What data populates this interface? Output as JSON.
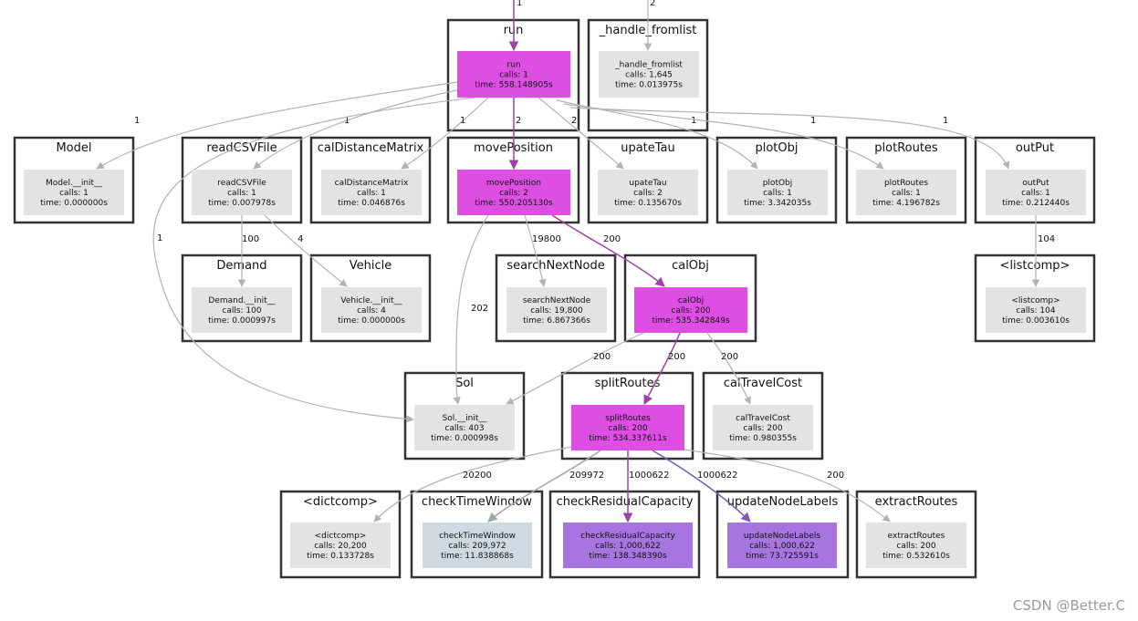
{
  "colors": {
    "hot": "#dd4fe3",
    "warm": "#a775e0",
    "cool": "#ced9e1",
    "cold": "#e3e3e3",
    "edge_hot": "#a23fa6",
    "edge_warm": "#7a59b4",
    "edge_cool": "#9aa7b0",
    "edge_cold": "#b3b3b3",
    "cluster_border": "#333333"
  },
  "watermark": "CSDN @Better.C",
  "clusters": [
    {
      "id": "run",
      "title": "run"
    },
    {
      "id": "handle_fromlist",
      "title": "_handle_fromlist"
    },
    {
      "id": "Model",
      "title": "Model"
    },
    {
      "id": "readCSVFile",
      "title": "readCSVFile"
    },
    {
      "id": "calDistanceMatrix",
      "title": "calDistanceMatrix"
    },
    {
      "id": "movePosition",
      "title": "movePosition"
    },
    {
      "id": "upateTau",
      "title": "upateTau"
    },
    {
      "id": "plotObj",
      "title": "plotObj"
    },
    {
      "id": "plotRoutes",
      "title": "plotRoutes"
    },
    {
      "id": "outPut",
      "title": "outPut"
    },
    {
      "id": "Demand",
      "title": "Demand"
    },
    {
      "id": "Vehicle",
      "title": "Vehicle"
    },
    {
      "id": "searchNextNode",
      "title": "searchNextNode"
    },
    {
      "id": "calObj",
      "title": "calObj"
    },
    {
      "id": "listcomp",
      "title": "<listcomp>"
    },
    {
      "id": "Sol",
      "title": "Sol"
    },
    {
      "id": "splitRoutes",
      "title": "splitRoutes"
    },
    {
      "id": "calTravelCost",
      "title": "calTravelCost"
    },
    {
      "id": "dictcomp",
      "title": "<dictcomp>"
    },
    {
      "id": "checkTimeWindow",
      "title": "checkTimeWindow"
    },
    {
      "id": "checkResidualCapacity",
      "title": "checkResidualCapacity"
    },
    {
      "id": "updateNodeLabels",
      "title": "updateNodeLabels"
    },
    {
      "id": "extractRoutes",
      "title": "extractRoutes"
    }
  ],
  "nodes": [
    {
      "id": "run",
      "name": "run",
      "calls": "calls: 1",
      "time": "time: 558.148905s",
      "heat": "hot"
    },
    {
      "id": "handle_fromlist",
      "name": "_handle_fromlist",
      "calls": "calls: 1,645",
      "time": "time: 0.013975s",
      "heat": "cold"
    },
    {
      "id": "Model",
      "name": "Model.__init__",
      "calls": "calls: 1",
      "time": "time: 0.000000s",
      "heat": "cold"
    },
    {
      "id": "readCSVFile",
      "name": "readCSVFile",
      "calls": "calls: 1",
      "time": "time: 0.007978s",
      "heat": "cold"
    },
    {
      "id": "calDistanceMatrix",
      "name": "calDistanceMatrix",
      "calls": "calls: 1",
      "time": "time: 0.046876s",
      "heat": "cold"
    },
    {
      "id": "movePosition",
      "name": "movePosition",
      "calls": "calls: 2",
      "time": "time: 550.205130s",
      "heat": "hot"
    },
    {
      "id": "upateTau",
      "name": "upateTau",
      "calls": "calls: 2",
      "time": "time: 0.135670s",
      "heat": "cold"
    },
    {
      "id": "plotObj",
      "name": "plotObj",
      "calls": "calls: 1",
      "time": "time: 3.342035s",
      "heat": "cold"
    },
    {
      "id": "plotRoutes",
      "name": "plotRoutes",
      "calls": "calls: 1",
      "time": "time: 4.196782s",
      "heat": "cold"
    },
    {
      "id": "outPut",
      "name": "outPut",
      "calls": "calls: 1",
      "time": "time: 0.212440s",
      "heat": "cold"
    },
    {
      "id": "Demand",
      "name": "Demand.__init__",
      "calls": "calls: 100",
      "time": "time: 0.000997s",
      "heat": "cold"
    },
    {
      "id": "Vehicle",
      "name": "Vehicle.__init__",
      "calls": "calls: 4",
      "time": "time: 0.000000s",
      "heat": "cold"
    },
    {
      "id": "searchNextNode",
      "name": "searchNextNode",
      "calls": "calls: 19,800",
      "time": "time: 6.867366s",
      "heat": "cold"
    },
    {
      "id": "calObj",
      "name": "calObj",
      "calls": "calls: 200",
      "time": "time: 535.342849s",
      "heat": "hot"
    },
    {
      "id": "listcomp",
      "name": "<listcomp>",
      "calls": "calls: 104",
      "time": "time: 0.003610s",
      "heat": "cold"
    },
    {
      "id": "Sol",
      "name": "Sol.__init__",
      "calls": "calls: 403",
      "time": "time: 0.000998s",
      "heat": "cold"
    },
    {
      "id": "splitRoutes",
      "name": "splitRoutes",
      "calls": "calls: 200",
      "time": "time: 534.337611s",
      "heat": "hot"
    },
    {
      "id": "calTravelCost",
      "name": "calTravelCost",
      "calls": "calls: 200",
      "time": "time: 0.980355s",
      "heat": "cold"
    },
    {
      "id": "dictcomp",
      "name": "<dictcomp>",
      "calls": "calls: 20,200",
      "time": "time: 0.133728s",
      "heat": "cold"
    },
    {
      "id": "checkTimeWindow",
      "name": "checkTimeWindow",
      "calls": "calls: 209,972",
      "time": "time: 11.838868s",
      "heat": "cool"
    },
    {
      "id": "checkResidualCapacity",
      "name": "checkResidualCapacity",
      "calls": "calls: 1,000,622",
      "time": "time: 138.348390s",
      "heat": "warm"
    },
    {
      "id": "updateNodeLabels",
      "name": "updateNodeLabels",
      "calls": "calls: 1,000,622",
      "time": "time: 73.725591s",
      "heat": "warm"
    },
    {
      "id": "extractRoutes",
      "name": "extractRoutes",
      "calls": "calls: 200",
      "time": "time: 0.532610s",
      "heat": "cold"
    }
  ],
  "edges": [
    {
      "id": "in-run",
      "label": "1",
      "heat": "hot"
    },
    {
      "id": "in-handle",
      "label": "2",
      "heat": "cold"
    },
    {
      "id": "run-Model",
      "label": "1",
      "heat": "cold"
    },
    {
      "id": "run-readCSVFile",
      "label": "1",
      "heat": "cold"
    },
    {
      "id": "run-calDistanceMatrix",
      "label": "1",
      "heat": "cold"
    },
    {
      "id": "run-movePosition",
      "label": "2",
      "heat": "hot"
    },
    {
      "id": "run-upateTau",
      "label": "2",
      "heat": "cold"
    },
    {
      "id": "run-plotObj",
      "label": "1",
      "heat": "cold"
    },
    {
      "id": "run-plotRoutes",
      "label": "1",
      "heat": "cold"
    },
    {
      "id": "run-outPut",
      "label": "1",
      "heat": "cold"
    },
    {
      "id": "run-Sol",
      "label": "1",
      "heat": "cold"
    },
    {
      "id": "readCSVFile-Demand",
      "label": "100",
      "heat": "cold"
    },
    {
      "id": "readCSVFile-Vehicle",
      "label": "4",
      "heat": "cold"
    },
    {
      "id": "movePosition-searchNextNode",
      "label": "19800",
      "heat": "cold"
    },
    {
      "id": "movePosition-calObj",
      "label": "200",
      "heat": "hot"
    },
    {
      "id": "movePosition-Sol",
      "label": "202",
      "heat": "cold"
    },
    {
      "id": "outPut-listcomp",
      "label": "104",
      "heat": "cold"
    },
    {
      "id": "calObj-Sol",
      "label": "200",
      "heat": "cold"
    },
    {
      "id": "calObj-splitRoutes",
      "label": "200",
      "heat": "hot"
    },
    {
      "id": "calObj-calTravelCost",
      "label": "200",
      "heat": "cold"
    },
    {
      "id": "splitRoutes-dictcomp",
      "label": "20200",
      "heat": "cold"
    },
    {
      "id": "splitRoutes-checkTimeWindow",
      "label": "209972",
      "heat": "cool"
    },
    {
      "id": "splitRoutes-checkResidualCapacity",
      "label": "1000622",
      "heat": "hot"
    },
    {
      "id": "splitRoutes-updateNodeLabels",
      "label": "1000622",
      "heat": "warm"
    },
    {
      "id": "splitRoutes-extractRoutes",
      "label": "200",
      "heat": "cold"
    }
  ]
}
